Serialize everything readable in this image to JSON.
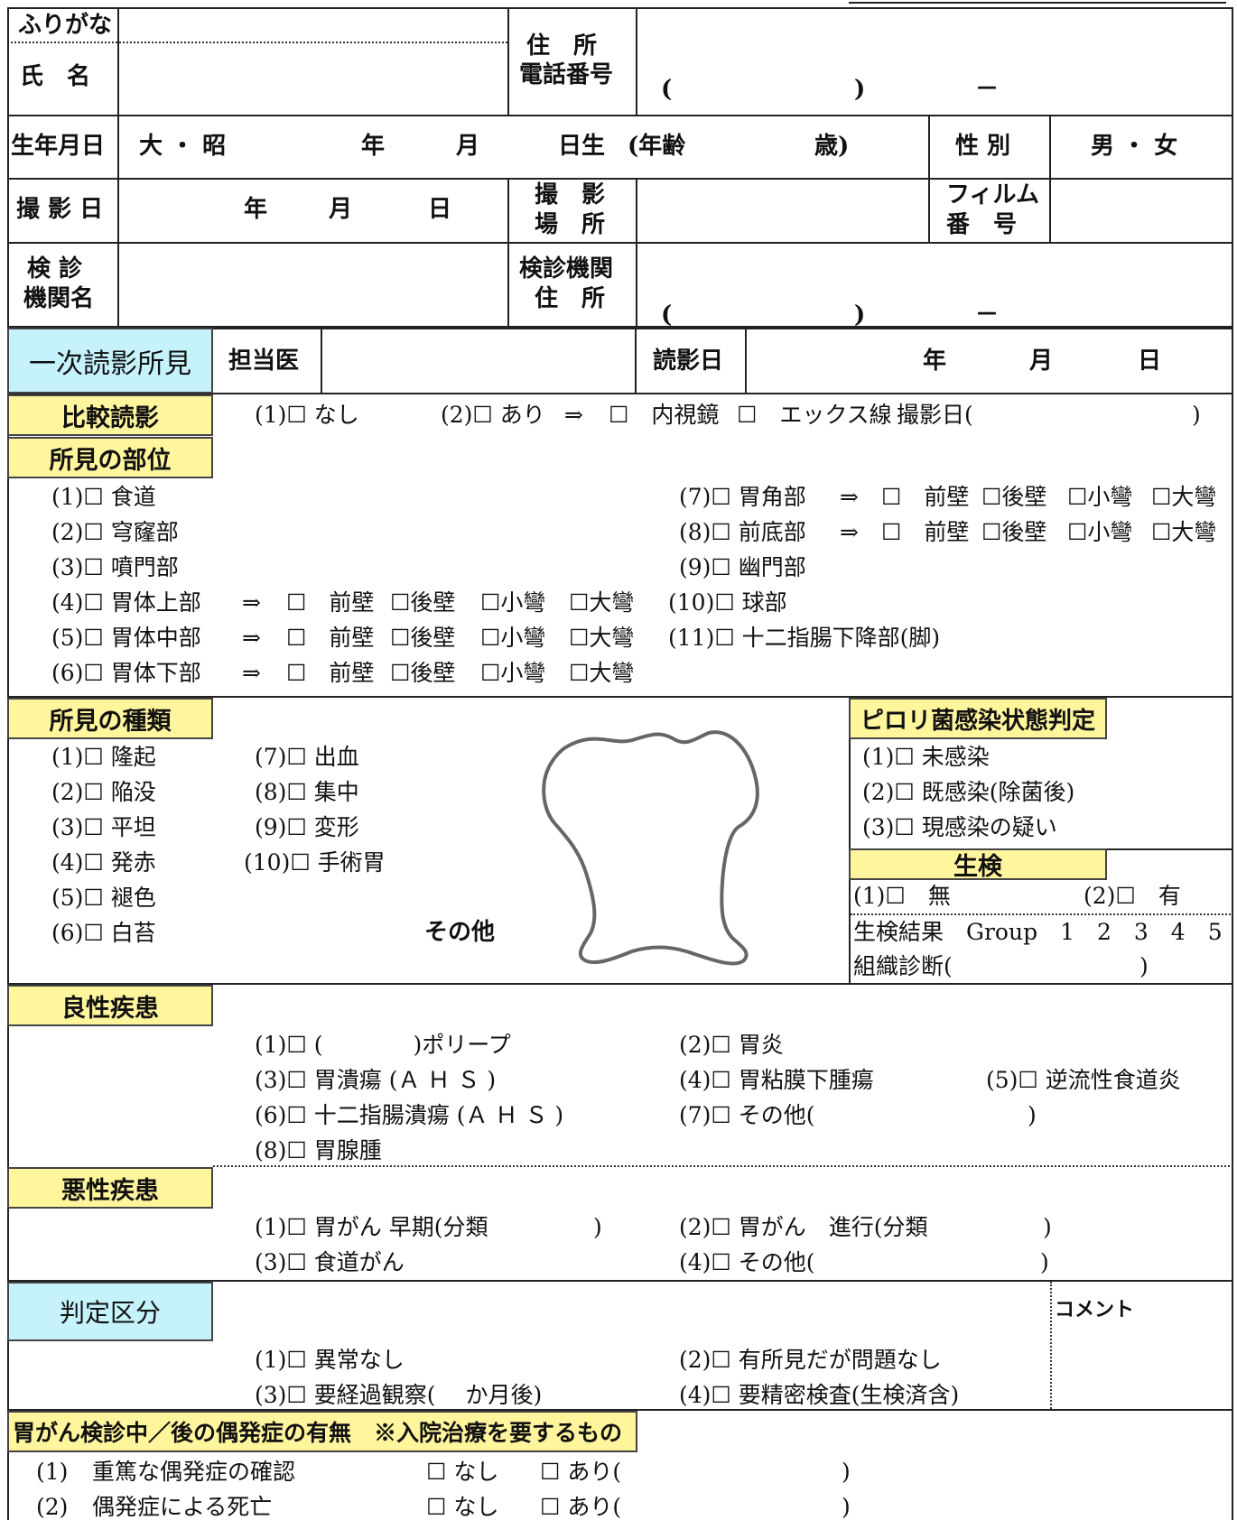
{
  "header": {
    "furigana": "ふりがな",
    "name": "氏　名",
    "address": "住　所",
    "phone": "電話番号",
    "paren_open": "(",
    "paren_close": ")",
    "dash": "－",
    "birth_label": "生年月日",
    "era": "大 ・ 昭",
    "year": "年",
    "month": "月",
    "day": "日",
    "birth_suffix": "日生",
    "age_open": "(年齢",
    "age_close": "歳)",
    "sex_label": "性 別",
    "sex_options": "男 ・ 女",
    "shoot_date_label": "撮 影 日",
    "shoot_place_1": "撮　影",
    "shoot_place_2": "場　所",
    "film_1": "フィルム",
    "film_2": "番　号",
    "inst_name_1": "検 診",
    "inst_name_2": "機関名",
    "inst_addr_1": "検診機関",
    "inst_addr_2": "住　所"
  },
  "first_reading": {
    "title": "一次読影所見",
    "doctor": "担当医",
    "reading_date": "読影日",
    "year": "年",
    "month": "月",
    "day": "日"
  },
  "comparison": {
    "title": "比較読影",
    "opt1": "(1)☐ なし",
    "opt2": "(2)☐ あり",
    "arrow": "⇒",
    "endo": "☐　内視鏡",
    "xray": "☐　エックス線",
    "shoot_date": "撮影日(",
    "close": ")"
  },
  "location": {
    "title": "所見の部位",
    "arrow": "⇒",
    "walls": [
      "☐　前壁",
      "☐後壁",
      "☐小彎",
      "☐大彎"
    ],
    "left": [
      "(1)☐ 食道",
      "(2)☐ 穹窿部",
      "(3)☐ 噴門部",
      "(4)☐ 胃体上部",
      "(5)☐ 胃体中部",
      "(6)☐ 胃体下部"
    ],
    "right": [
      "(7)☐ 胃角部",
      "(8)☐ 前底部",
      "(9)☐ 幽門部",
      "(10)☐ 球部",
      "(11)☐ 十二指腸下降部(脚)"
    ]
  },
  "finding_type": {
    "title": "所見の種類",
    "col1": [
      "(1)☐ 隆起",
      "(2)☐ 陥没",
      "(3)☐ 平坦",
      "(4)☐ 発赤",
      "(5)☐ 褪色",
      "(6)☐ 白苔"
    ],
    "col2": [
      "(7)☐ 出血",
      "(8)☐ 集中",
      "(9)☐ 変形",
      "(10)☐ 手術胃"
    ],
    "other": "その他"
  },
  "pylori": {
    "title": "ピロリ菌感染状態判定",
    "items": [
      "(1)☐ 未感染",
      "(2)☐ 既感染(除菌後)",
      "(3)☐ 現感染の疑い"
    ]
  },
  "biopsy": {
    "title": "生検",
    "opt1": "(1)☐　無",
    "opt2": "(2)☐　有",
    "result": "生検結果　Group　1　2　3　4　5",
    "tissue_open": "組織診断(",
    "tissue_close": ")"
  },
  "benign": {
    "title": "良性疾患",
    "items": [
      "(1)☐ (　　　　)ポリープ",
      "(2)☐ 胃炎",
      "(3)☐ 胃潰瘍 (Ａ Ｈ Ｓ )",
      "(4)☐ 胃粘膜下腫瘍",
      "(5)☐ 逆流性食道炎",
      "(6)☐ 十二指腸潰瘍 (Ａ Ｈ Ｓ )",
      "(7)☐ その他(",
      "(8)☐ 胃腺腫"
    ],
    "close": ")"
  },
  "malignant": {
    "title": "悪性疾患",
    "item1": "(1)☐ 胃がん 早期(分類",
    "item2": "(2)☐ 胃がん　進行(分類",
    "item3": "(3)☐ 食道がん",
    "item4": "(4)☐ その他(",
    "close": ")"
  },
  "judgment": {
    "title": "判定区分",
    "comment": "コメント",
    "item1": "(1)☐ 異常なし",
    "item2": "(2)☐ 有所見だが問題なし",
    "item3": "(3)☐ 要経過観察(　 か月後)",
    "item4": "(4)☐ 要精密検査(生検済含)"
  },
  "complication": {
    "title": "胃がん検診中／後の偶発症の有無　※入院治療を要するもの",
    "rows": [
      {
        "num": "(1)",
        "label": "重篤な偶発症の確認",
        "none": "☐ なし",
        "yes": "☐ あり(",
        "close": ")"
      },
      {
        "num": "(2)",
        "label": "偶発症による死亡",
        "none": "☐ なし",
        "yes": "☐ あり(",
        "close": ")"
      }
    ]
  }
}
